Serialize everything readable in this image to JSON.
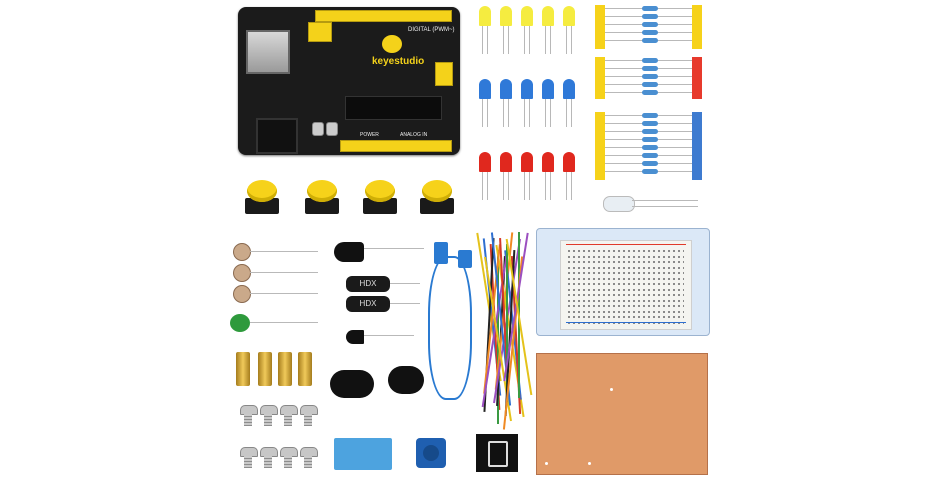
{
  "board": {
    "brand": "keyestudio",
    "digital_label": "DIGITAL (PWM~)",
    "power_label": "POWER",
    "analog_label": "ANALOG IN"
  },
  "leds": {
    "rows": [
      {
        "color": "#f5ec40",
        "count": 5
      },
      {
        "color": "#2f79d8",
        "count": 5
      },
      {
        "color": "#e0281e",
        "count": 5
      }
    ]
  },
  "buzzer": {
    "label_1": "HDX",
    "label_2": "HDX"
  },
  "colors": {
    "board": "#1b1b1b",
    "header": "#f4d21a",
    "wire": "#2a7ad1",
    "pcb": "#e09a68",
    "breadboard_card": "#dbe8f7"
  }
}
